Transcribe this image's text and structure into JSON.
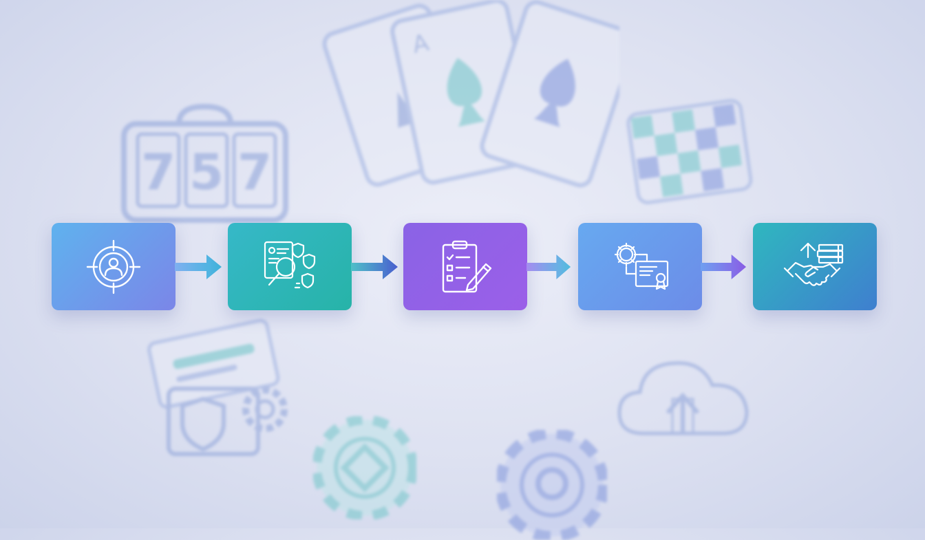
{
  "background": {
    "slot_reels": [
      "7",
      "5",
      "7"
    ],
    "card_rank": "A",
    "colors": {
      "outline": "#8aa0d8",
      "teal": "#6fc6c8",
      "blue": "#7f95dc"
    }
  },
  "steps": [
    {
      "icon": "target-person-icon",
      "gradient": [
        "#5fb2ee",
        "#7b86e8"
      ]
    },
    {
      "icon": "document-search-shield-icon",
      "gradient": [
        "#36b8c8",
        "#27b3a8"
      ]
    },
    {
      "icon": "clipboard-checklist-pen-icon",
      "gradient": [
        "#8a63e6",
        "#9b5fe8"
      ]
    },
    {
      "icon": "gear-certificate-icon",
      "gradient": [
        "#67a9f0",
        "#6c8ce8"
      ]
    },
    {
      "icon": "handshake-books-icon",
      "gradient": [
        "#2fb7bf",
        "#3f7fcf"
      ]
    }
  ],
  "arrows": [
    {
      "gradient": [
        "#7fb0f0",
        "#3fb5dc"
      ]
    },
    {
      "gradient": [
        "#4fc0c8",
        "#4a5fd0"
      ]
    },
    {
      "gradient": [
        "#a58cf0",
        "#52bfe0"
      ]
    },
    {
      "gradient": [
        "#6f9ff0",
        "#8b5ee6"
      ]
    }
  ]
}
